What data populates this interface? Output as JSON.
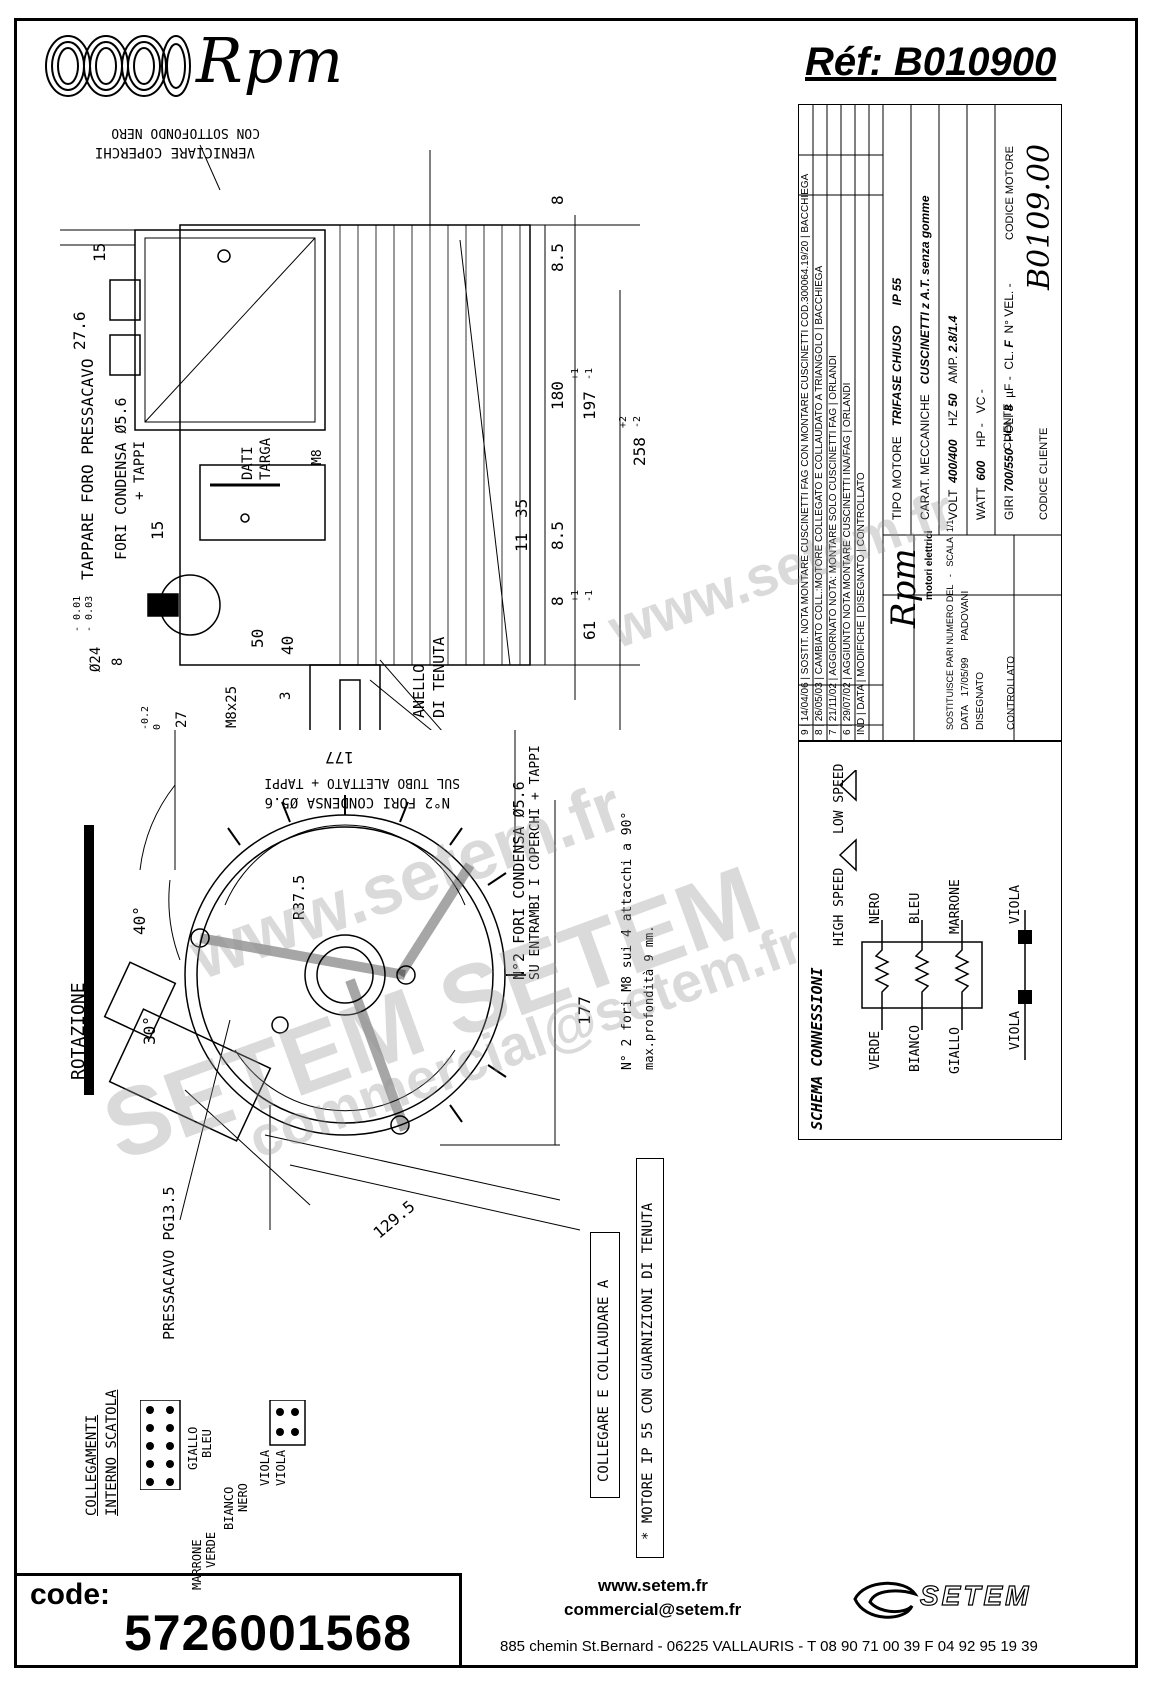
{
  "header": {
    "brand": "Rpm",
    "reference": "Réf:  B010900"
  },
  "drawing": {
    "top_notes": {
      "paint": "VERNICIARE COPERCHI",
      "paint_sub": "CON SOTTOFONDO NERO",
      "cap_hole": "TAPPARE FORO PRESSACAVO",
      "drain_holes": "FORI CONDENSA Ø5.6",
      "drain_holes_sub": "+ TAPPI",
      "data_plate": "DATI",
      "data_plate_sub": "TARGA",
      "seal_ring": "ANELLO",
      "seal_ring_sub": "DI TENUTA",
      "thread_m8": "M8",
      "shaft_dia": "Ø24",
      "shaft_tol_top": "- 0.01",
      "shaft_tol_bottom": "- 0.03",
      "shaft_thread": "M8x25",
      "shaft_key_depth": "27",
      "shaft_key_tol": "-0.2",
      "shaft_key_tol_bottom": "0"
    },
    "top_dimensions": [
      "15",
      "27.6",
      "15",
      "8",
      "8.5",
      "180",
      "197",
      "+1",
      "-1",
      "258",
      "+2",
      "-2",
      "35",
      "11",
      "8.5",
      "8",
      "61",
      "+1",
      "-1",
      "50",
      "40",
      "3",
      "8"
    ],
    "front_notes": {
      "rotation": "ROTAZIONE",
      "cap_tube_drain": "N°2 FORI CONDENSA Ø5.6",
      "cap_tube_drain_sub": "SUL TUBO ALETTATO + TAPPI",
      "drain_both_covers": "N°2 FORI CONDENSA Ø5.6",
      "drain_both_covers_sub": "SU ENTRAMBI I COPERCHI + TAPPI",
      "drain_angle": "attacchi a 90°",
      "m8_holes": "N° 2 fori M8 sui 4 attacchi a 90°",
      "m8_depth": "max.profondità 9 mm.",
      "cable_gland": "PRESSACAVO PG13.5",
      "connect_test": "COLLEGARE E COLLAUDARE A",
      "ip55_note": "* MOTORE IP 55 CON GUARNIZIONI DI TENUTA",
      "internal_box": "COLLEGAMENTI",
      "internal_box_sub": "INTERNO SCATOLA"
    },
    "front_dimensions": [
      "177",
      "177",
      "40°",
      "30°",
      "R37.5",
      "129.5"
    ],
    "internal_wires": [
      "GIALLO",
      "BLEU",
      "BIANCO",
      "NERO",
      "MARRONE",
      "VERDE",
      "VIOLA",
      "VIOLA"
    ]
  },
  "title_block": {
    "revisions": [
      {
        "n": "9",
        "date": "14/04/06",
        "text": "SOSTIT. NOTA MONTARE CUSCINETTI FAG CON MONTARE CUSCINETTI COD.300064.19/20",
        "by": "BACCHIEGA"
      },
      {
        "n": "8",
        "date": "26/05/03",
        "text": "CAMBIATO COLL.:MOTORE COLLEGATO E COLLAUDATO A TRIANGOLO",
        "by": "BACCHIEGA"
      },
      {
        "n": "7",
        "date": "21/11/02",
        "text": "AGGIORNATO NOTA: MONTARE SOLO CUSCINETTI FAG",
        "by": "ORLANDI"
      },
      {
        "n": "6",
        "date": "29/07/02",
        "text": "AGGIUNTO NOTA MONTARE CUSCINETTI INA/FAG",
        "by": "ORLANDI"
      }
    ],
    "rev_header": [
      "IND",
      "DATA",
      "MODIFICHE",
      "DISEGNATO",
      "CONTROLLATO"
    ],
    "motor_type_label": "TIPO MOTORE",
    "motor_type": "TRIFASE CHIUSO",
    "protection": "IP 55",
    "mech_label": "CARAT. MECCANICHE",
    "mech_value": "CUSCINETTI z A.T. senza gomme",
    "electrical": [
      {
        "label": "VOLT",
        "value": "400/400"
      },
      {
        "label": "HZ",
        "value": "50"
      },
      {
        "label": "AMP.",
        "value": "2.8/1.4"
      },
      {
        "label": "WATT",
        "value": "600"
      },
      {
        "label": "HP",
        "value": "-"
      },
      {
        "label": "VC",
        "value": "-"
      },
      {
        "label": "GIRI",
        "value": "700/550"
      },
      {
        "label": "POLI",
        "value": "8"
      },
      {
        "label": "µF",
        "value": "-"
      },
      {
        "label": "CL.",
        "value": "F"
      },
      {
        "label": "N° VEL.",
        "value": "-"
      }
    ],
    "client_label": "CLIENTE",
    "client_code_label": "CODICE CLIENTE",
    "motor_code_label": "CODICE MOTORE",
    "motor_code": "B0109.00",
    "company": "Rpm",
    "company_sub": "motori elettrici",
    "replaces_label": "SOSTITUISCE PARI NUMERO DEL",
    "replaces_value": "-",
    "scale_label": "SCALA",
    "scale_value": "1/1",
    "date_label": "DATA",
    "date_value": "17/05/99",
    "drawn_label": "DISEGNATO",
    "drawn_value": "PADOVANI",
    "checked_label": "CONTROLLATO"
  },
  "schema": {
    "title": "SCHEMA CONNESSIONI",
    "high_speed": "HIGH SPEED",
    "low_speed": "LOW SPEED",
    "top_wires": [
      "NERO",
      "BLEU",
      "MARRONE"
    ],
    "bottom_wires": [
      "VERDE",
      "BIANCO",
      "GIALLO"
    ],
    "viola_top": "VIOLA",
    "viola_bottom": "VIOLA"
  },
  "watermarks": [
    "www.setem.fr",
    "SETEM SETEM",
    "commercial@setem.fr",
    "www.setem.fr"
  ],
  "footer": {
    "code_label": "code:",
    "code_value": "5726001568",
    "website": "www.setem.fr",
    "email": "commercial@setem.fr",
    "address": "885 chemin St.Bernard  -  06225 VALLAURIS  -  T 08 90 71 00 39   F 04 92 95 19 39",
    "company_logo": "SETEM"
  },
  "colors": {
    "ink": "#000000",
    "watermark": "#969696"
  }
}
